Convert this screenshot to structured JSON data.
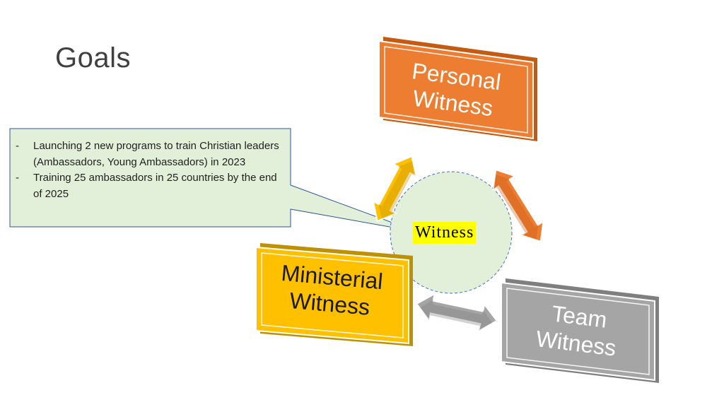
{
  "slide": {
    "title": "Goals"
  },
  "callout": {
    "items": [
      "Launching 2 new programs to train Christian leaders (Ambassadors, Young Ambassadors) in 2023",
      "Training 25 ambassadors in 25 countries by the end of 2025"
    ],
    "bullet": "-"
  },
  "center": {
    "label": "Witness"
  },
  "boxes": {
    "personal": {
      "line1": "Personal",
      "line2": "Witness",
      "color": "#ED7D31"
    },
    "ministerial": {
      "line1": "Ministerial",
      "line2": "Witness",
      "color": "#FFC000"
    },
    "team": {
      "line1": "Team",
      "line2": "Witness",
      "color": "#A5A5A5"
    }
  },
  "colors": {
    "callout_fill": "#E2F0D9",
    "callout_border": "#2F5597",
    "circle_fill": "#E2F0D9",
    "circle_border": "#4472C4",
    "highlight": "#FFFF00"
  }
}
